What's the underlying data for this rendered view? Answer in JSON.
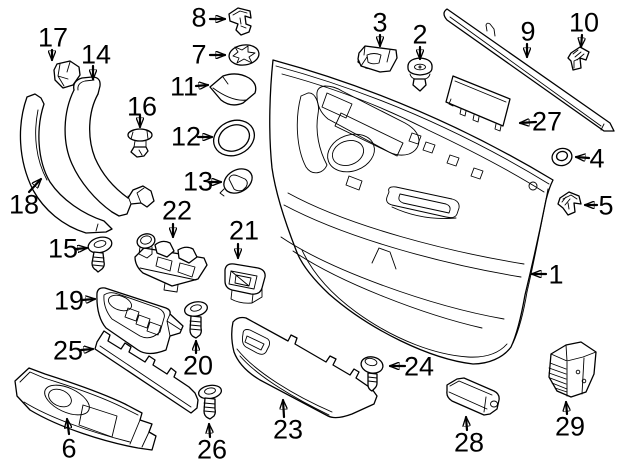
{
  "figure": {
    "background_color": "#ffffff",
    "line_color": "#000000"
  },
  "callouts": [
    "1",
    "2",
    "3",
    "4",
    "5",
    "6",
    "7",
    "8",
    "9",
    "10",
    "11",
    "12",
    "13",
    "14",
    "15",
    "16",
    "17",
    "18",
    "19",
    "20",
    "21",
    "22",
    "23",
    "24",
    "25",
    "26",
    "27",
    "28",
    "29"
  ]
}
